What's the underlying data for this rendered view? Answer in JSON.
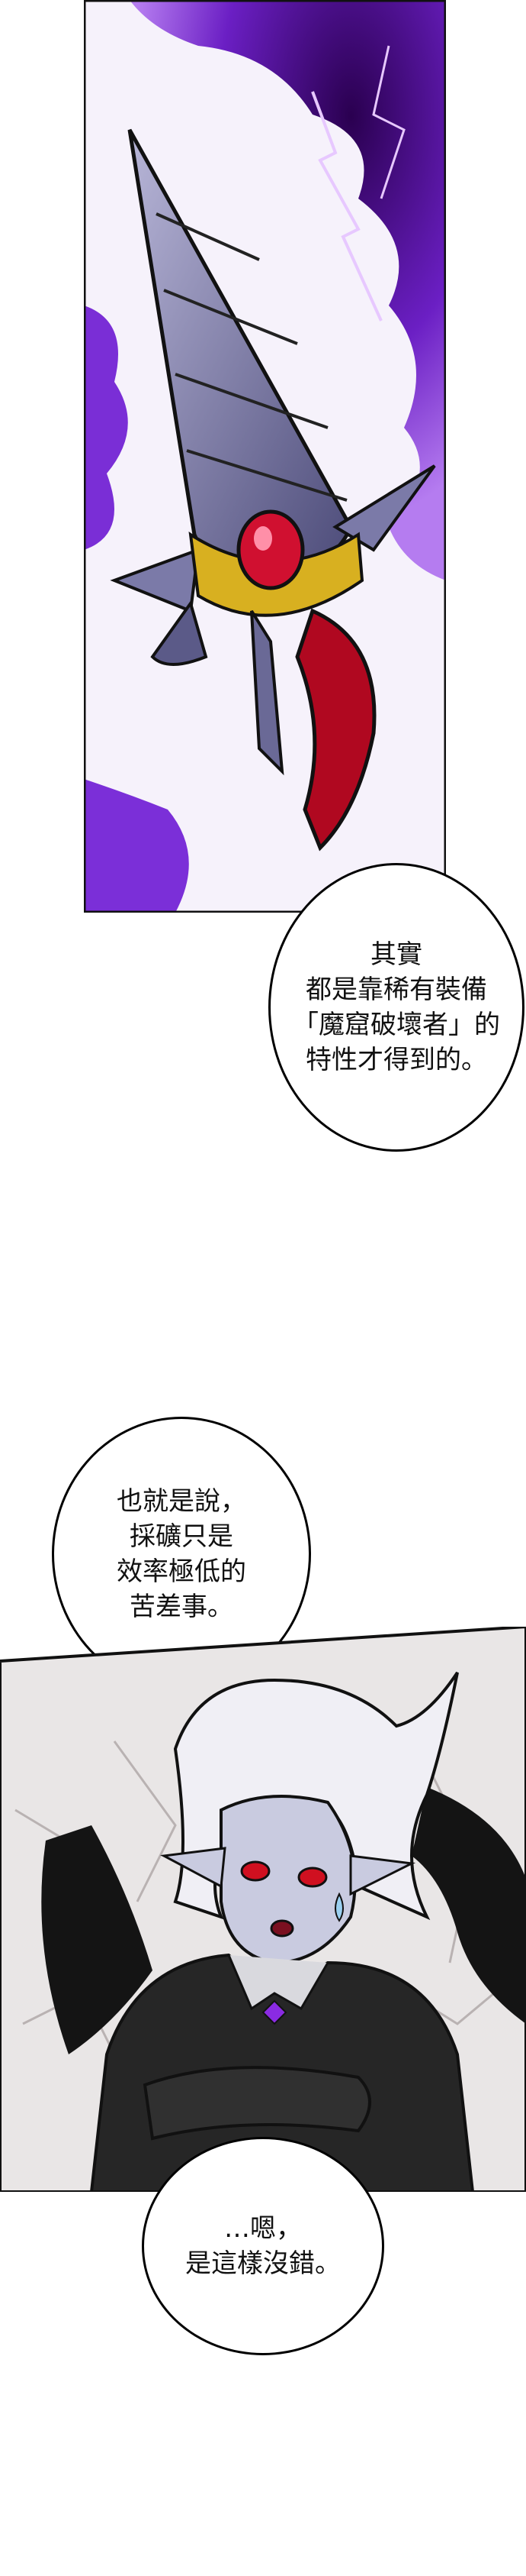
{
  "colors": {
    "purple_energy": "#8a2be2",
    "deep_purple": "#3a0a6a",
    "weapon_red": "#d01030",
    "weapon_gold": "#d8b020",
    "skin_gray": "#c9cbe0"
  },
  "bubbles": [
    {
      "lines": [
        "其實",
        "都是靠稀有裝備",
        "「魔窟破壞者」的",
        "特性才得到的。"
      ]
    },
    {
      "lines": [
        "也就是說，",
        "採礦只是",
        "效率極低的",
        "苦差事。"
      ]
    },
    {
      "lines": [
        "…嗯，",
        "是這樣沒錯。"
      ]
    }
  ]
}
